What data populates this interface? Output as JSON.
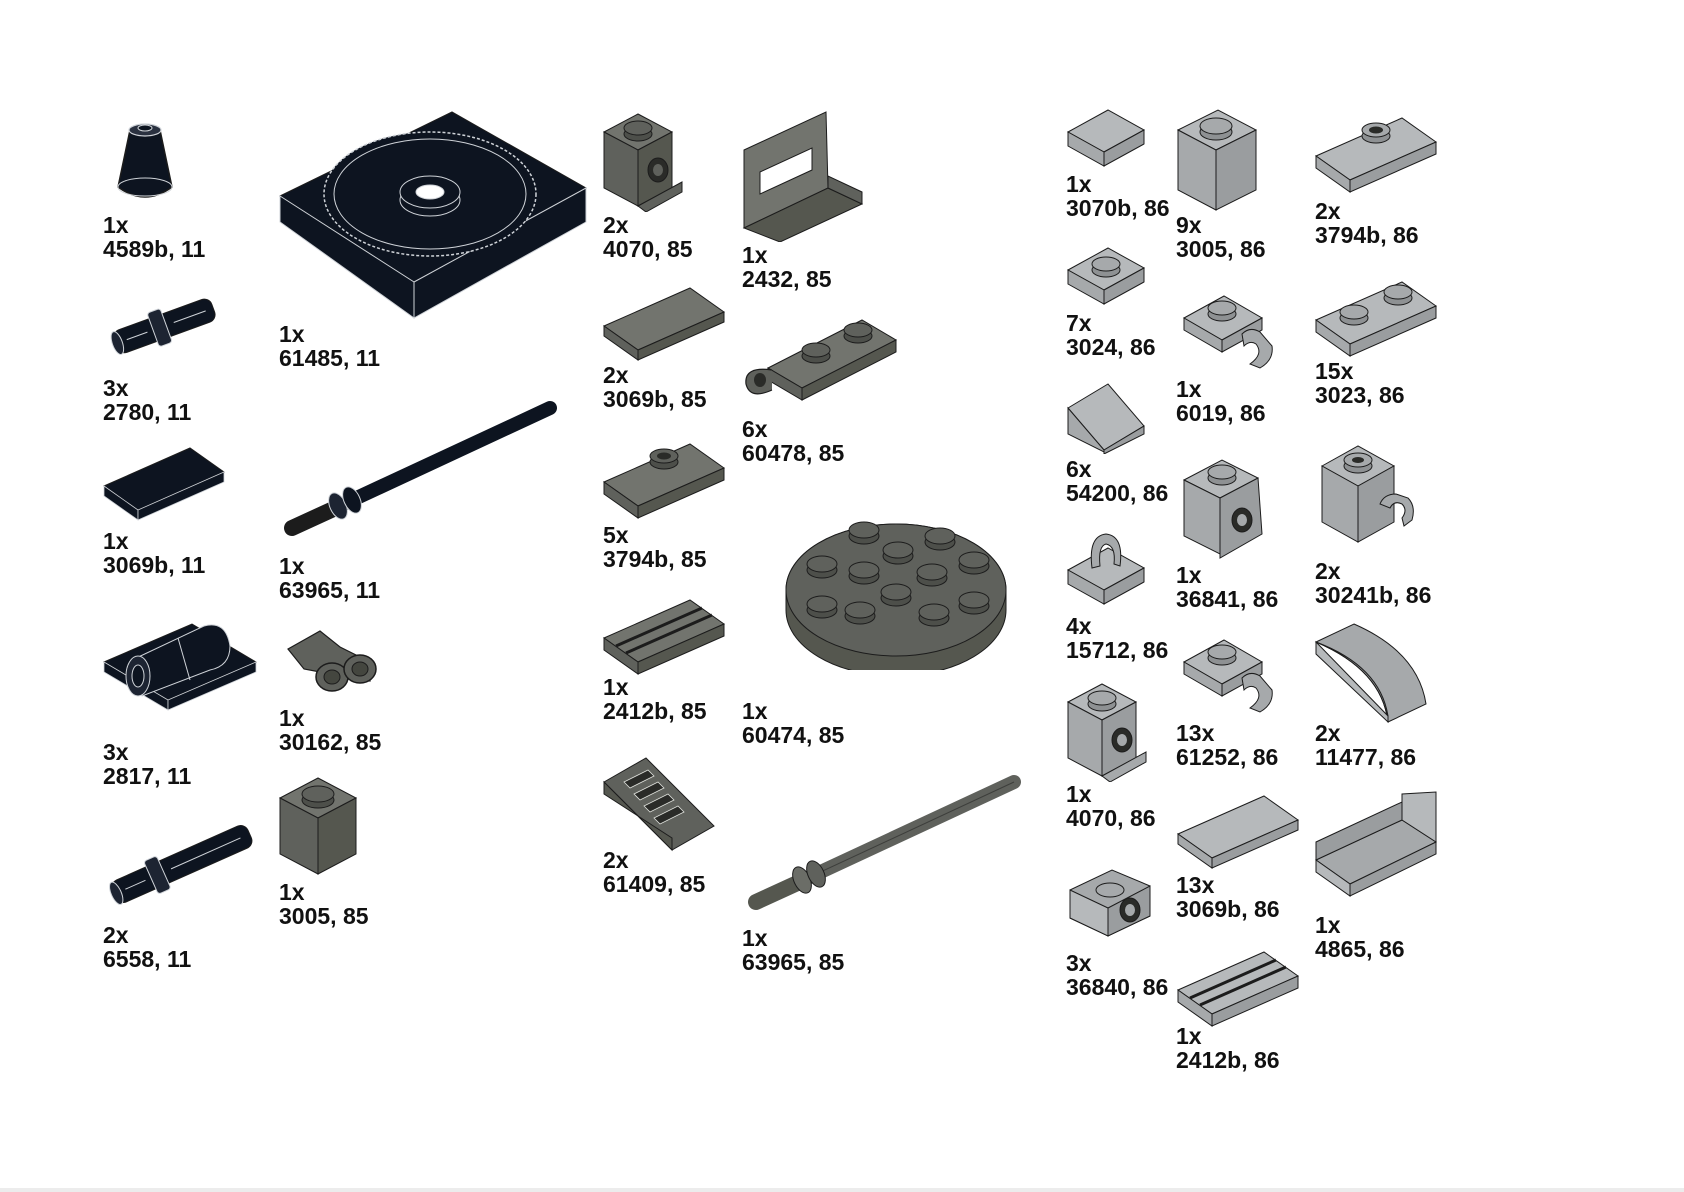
{
  "colors": {
    "black_11": "#0d1420",
    "dark_gray_85": "#5f615c",
    "light_gray_86": "#a6a9ab",
    "outline": "#1c1c1c",
    "label": "#111111"
  },
  "parts": [
    {
      "qty": "1x",
      "id": "4589b, 11",
      "color": "black_11",
      "icon": "cone-icon"
    },
    {
      "qty": "3x",
      "id": "2780, 11",
      "color": "black_11",
      "icon": "technic-pin-icon"
    },
    {
      "qty": "1x",
      "id": "3069b, 11",
      "color": "black_11",
      "icon": "tile-1x2-icon"
    },
    {
      "qty": "3x",
      "id": "2817, 11",
      "color": "black_11",
      "icon": "plate-with-pin-holes-icon"
    },
    {
      "qty": "2x",
      "id": "6558, 11",
      "color": "black_11",
      "icon": "long-technic-pin-icon"
    },
    {
      "qty": "1x",
      "id": "61485, 11",
      "color": "black_11",
      "icon": "turntable-icon"
    },
    {
      "qty": "1x",
      "id": "63965, 11",
      "color": "black_11",
      "icon": "bar-icon"
    },
    {
      "qty": "1x",
      "id": "30162, 85",
      "color": "dark_gray_85",
      "icon": "binoculars-icon"
    },
    {
      "qty": "1x",
      "id": "3005, 85",
      "color": "dark_gray_85",
      "icon": "brick-1x1-icon"
    },
    {
      "qty": "2x",
      "id": "4070, 85",
      "color": "dark_gray_85",
      "icon": "headlight-brick-icon"
    },
    {
      "qty": "2x",
      "id": "3069b, 85",
      "color": "dark_gray_85",
      "icon": "tile-1x2-icon"
    },
    {
      "qty": "5x",
      "id": "3794b, 85",
      "color": "dark_gray_85",
      "icon": "jumper-plate-icon"
    },
    {
      "qty": "1x",
      "id": "2412b, 85",
      "color": "dark_gray_85",
      "icon": "grille-tile-icon"
    },
    {
      "qty": "2x",
      "id": "61409, 85",
      "color": "dark_gray_85",
      "icon": "grille-slope-icon"
    },
    {
      "qty": "1x",
      "id": "2432, 85",
      "color": "dark_gray_85",
      "icon": "tile-with-handle-icon"
    },
    {
      "qty": "6x",
      "id": "60478, 85",
      "color": "dark_gray_85",
      "icon": "plate-with-clip-icon"
    },
    {
      "qty": "1x",
      "id": "60474, 85",
      "color": "dark_gray_85",
      "icon": "round-plate-4x4-icon"
    },
    {
      "qty": "1x",
      "id": "63965, 85",
      "color": "dark_gray_85",
      "icon": "bar-icon"
    },
    {
      "qty": "1x",
      "id": "3070b, 86",
      "color": "light_gray_86",
      "icon": "tile-1x1-icon"
    },
    {
      "qty": "7x",
      "id": "3024, 86",
      "color": "light_gray_86",
      "icon": "plate-1x1-icon"
    },
    {
      "qty": "6x",
      "id": "54200, 86",
      "color": "light_gray_86",
      "icon": "slope-1x1-icon"
    },
    {
      "qty": "4x",
      "id": "15712, 86",
      "color": "light_gray_86",
      "icon": "tile-with-clip-icon"
    },
    {
      "qty": "1x",
      "id": "4070, 86",
      "color": "light_gray_86",
      "icon": "headlight-brick-icon"
    },
    {
      "qty": "3x",
      "id": "36840, 86",
      "color": "light_gray_86",
      "icon": "bracket-icon"
    },
    {
      "qty": "9x",
      "id": "3005, 86",
      "color": "light_gray_86",
      "icon": "brick-1x1-icon"
    },
    {
      "qty": "1x",
      "id": "6019, 86",
      "color": "light_gray_86",
      "icon": "plate-with-clip-icon"
    },
    {
      "qty": "1x",
      "id": "36841, 86",
      "color": "light_gray_86",
      "icon": "bracket-brick-icon"
    },
    {
      "qty": "13x",
      "id": "61252, 86",
      "color": "light_gray_86",
      "icon": "plate-with-clip-icon"
    },
    {
      "qty": "13x",
      "id": "3069b, 86",
      "color": "light_gray_86",
      "icon": "tile-1x2-icon"
    },
    {
      "qty": "1x",
      "id": "2412b, 86",
      "color": "light_gray_86",
      "icon": "grille-tile-icon"
    },
    {
      "qty": "2x",
      "id": "3794b, 86",
      "color": "light_gray_86",
      "icon": "jumper-plate-icon"
    },
    {
      "qty": "15x",
      "id": "3023, 86",
      "color": "light_gray_86",
      "icon": "plate-1x2-icon"
    },
    {
      "qty": "2x",
      "id": "30241b, 86",
      "color": "light_gray_86",
      "icon": "brick-with-clip-icon"
    },
    {
      "qty": "2x",
      "id": "11477, 86",
      "color": "light_gray_86",
      "icon": "curved-slope-icon"
    },
    {
      "qty": "1x",
      "id": "4865, 86",
      "color": "light_gray_86",
      "icon": "panel-icon"
    }
  ]
}
